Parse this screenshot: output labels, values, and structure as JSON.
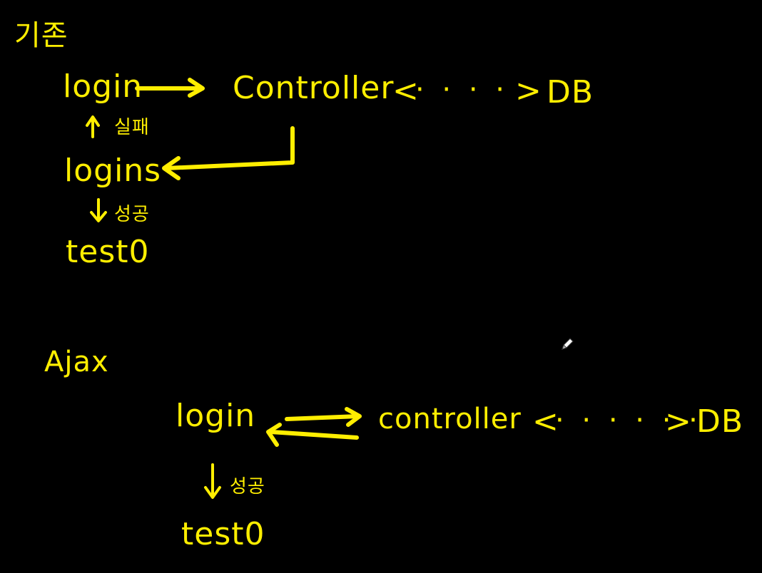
{
  "ink_color": "#ffee00",
  "background_color": "#000000",
  "cursor_icon": "pencil-icon",
  "top_section": {
    "heading": "기존",
    "login": "login",
    "controller": "Controller",
    "left_bracket": "<",
    "dots": "· · · ·",
    "right_bracket": ">",
    "db": "DB",
    "fail_label": "실패",
    "logins": "logins",
    "success_label": "성공",
    "test0": "test0"
  },
  "ajax_section": {
    "heading": "Ajax",
    "login": "login",
    "controller": "controller",
    "left_bracket": "<",
    "dots": "· · · · · ·",
    "right_bracket": ">",
    "db": "DB",
    "success_label": "성공",
    "test0": "test0"
  }
}
